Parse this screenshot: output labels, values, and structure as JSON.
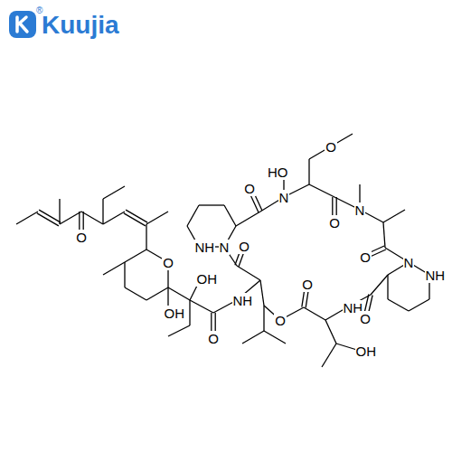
{
  "diagram": {
    "labels": [
      "Kuujia",
      "®",
      "O",
      "O",
      "OH",
      "OH",
      "O",
      "NH",
      "NH",
      "N",
      "O",
      "O",
      "HO",
      "N",
      "O",
      "O",
      "N",
      "O",
      "N",
      "NH",
      "NH",
      "O",
      "O",
      "O",
      "OH"
    ]
  }
}
